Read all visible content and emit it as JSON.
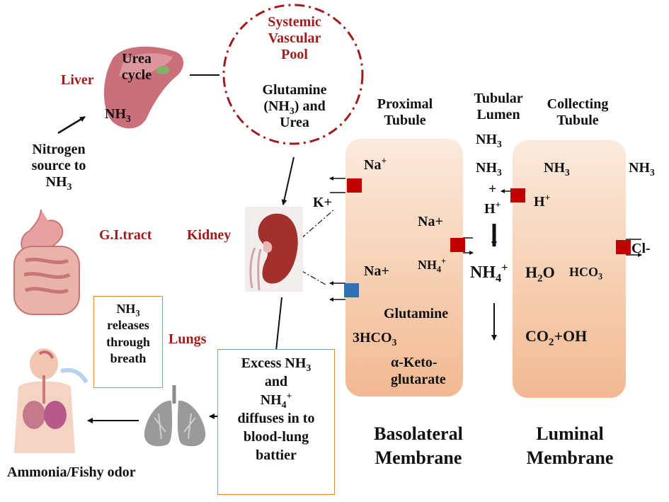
{
  "organs": {
    "liver": "Liver",
    "urea_cycle": "Urea cycle",
    "liver_nh3": "NH3",
    "gi_tract": "G.I.tract",
    "kidney": "Kidney",
    "lungs": "Lungs"
  },
  "pool": {
    "title_line1": "Systemic",
    "title_line2": "Vascular",
    "title_line3": "Pool",
    "line4": "Glutamine",
    "line5": "(NH3) and",
    "line6": "Urea"
  },
  "nitrogen": {
    "line1": "Nitrogen",
    "line2": "source to",
    "line3": "NH3"
  },
  "breath_box": {
    "line1": "NH3",
    "line2": "releases",
    "line3": "through",
    "line4": "breath"
  },
  "excess_box": {
    "line1": "Excess NH3",
    "line2": "and",
    "line3": "NH4+",
    "line4": "diffuses in to",
    "line5": "blood-lung",
    "line6": "battier"
  },
  "odor": "Ammonia/Fishy odor",
  "headers": {
    "proximal": "Proximal Tubule",
    "lumen": "Tubular Lumen",
    "collecting": "Collecting Tubule"
  },
  "proximal": {
    "na1": "Na+",
    "k": "K+",
    "na2": "Na+",
    "na3": "Na+",
    "nh4": "NH4+",
    "glutamine": "Glutamine",
    "hco3": "3HCO3",
    "keto1": "α-Keto-",
    "keto2": "glutarate"
  },
  "lumen": {
    "nh3_top": "NH3",
    "nh3_mid": "NH3",
    "plus": "+",
    "hplus": "H+",
    "nh4": "NH4+"
  },
  "collecting": {
    "nh3": "NH3",
    "nh3_out": "NH3",
    "hplus": "H+",
    "h2o": "H2O",
    "hco3": "HCO3",
    "cl": "Cl-",
    "co2oh": "CO2+OH"
  },
  "membranes": {
    "basolateral1": "Basolateral",
    "basolateral2": "Membrane",
    "luminal1": "Luminal",
    "luminal2": "Membrane"
  },
  "colors": {
    "accent_red": "#a01c1c",
    "transporter_red": "#c00000",
    "transporter_blue": "#2f6fb5",
    "tubule": "#f6cfb2",
    "box_border": "#d98a3c"
  }
}
